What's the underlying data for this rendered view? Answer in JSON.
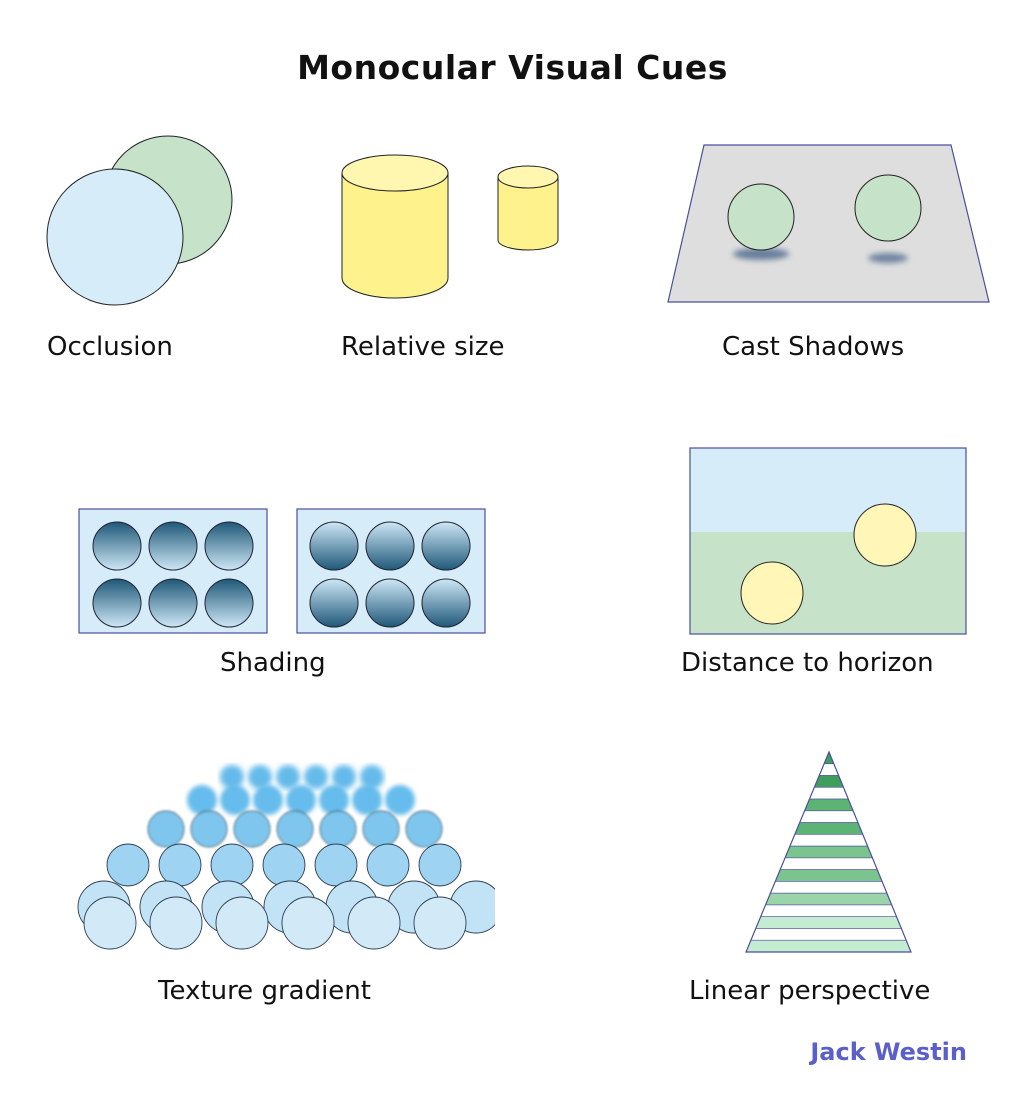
{
  "title": "Monocular Visual Cues",
  "cues": [
    {
      "id": "occlusion",
      "label": "Occlusion"
    },
    {
      "id": "relative-size",
      "label": "Relative size"
    },
    {
      "id": "cast-shadows",
      "label": "Cast Shadows"
    },
    {
      "id": "shading",
      "label": "Shading"
    },
    {
      "id": "distance-to-horizon",
      "label": "Distance to horizon"
    },
    {
      "id": "texture-gradient",
      "label": "Texture gradient"
    },
    {
      "id": "linear-perspective",
      "label": "Linear perspective"
    }
  ],
  "brand": "Jack Westin",
  "colors": {
    "light_blue": "#d6ecf8",
    "green": "#c6e2c8",
    "yellow": "#fdf28c",
    "gray_plane": "#dedede",
    "outline_blue": "#4a4f9e",
    "shading_ball": "#2e6a8e",
    "texture_ball": "#5ab6e8",
    "pyramid_green": "#4caf6a",
    "brand": "#5a5fc9"
  }
}
